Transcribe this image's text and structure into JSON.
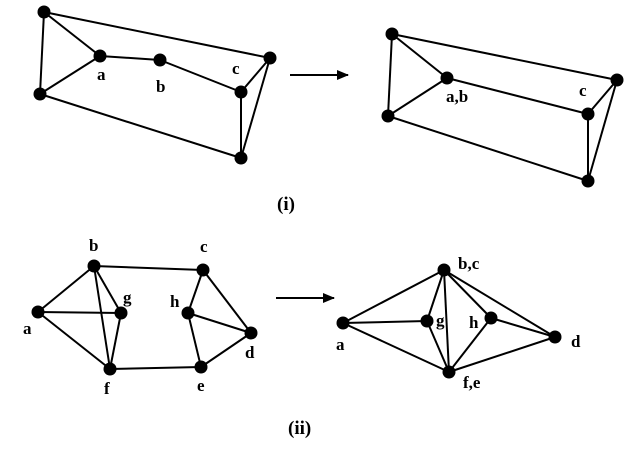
{
  "figure": {
    "part1": {
      "caption": "(i)",
      "before": {
        "labels": {
          "a": "a",
          "b": "b",
          "c": "c"
        }
      },
      "after": {
        "labels": {
          "ab": "a,b",
          "c": "c"
        }
      }
    },
    "part2": {
      "caption": "(ii)",
      "before": {
        "labels": {
          "a": "a",
          "b": "b",
          "c": "c",
          "d": "d",
          "e": "e",
          "f": "f",
          "g": "g",
          "h": "h"
        }
      },
      "after": {
        "labels": {
          "a": "a",
          "bc": "b,c",
          "g": "g",
          "h": "h",
          "d": "d",
          "fe": "f,e"
        }
      }
    }
  }
}
